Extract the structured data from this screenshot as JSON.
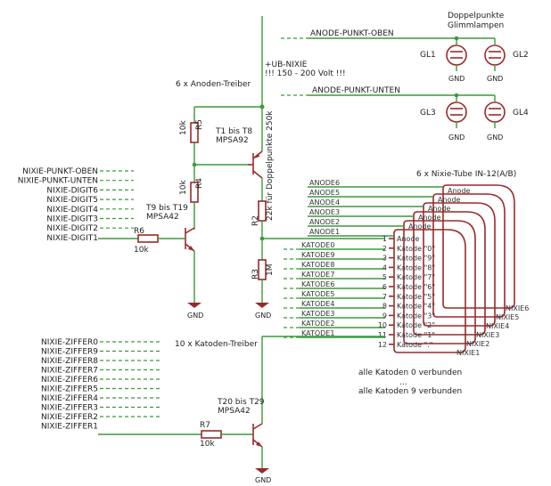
{
  "labels": {
    "doppelpunkte_title": "Doppelpunkte",
    "glimmlampen": "Glimmlampen",
    "anode_punkt_oben": "ANODE-PUNKT-OBEN",
    "anode_punkt_unten": "ANODE-PUNKT-UNTEN",
    "gl1": "GL1",
    "gl2": "GL2",
    "gl3": "GL3",
    "gl4": "GL4",
    "gnd": "GND",
    "ub_nixie": "+UB-NIXIE",
    "ub_voltage": "!!! 150 - 200 Volt !!!",
    "anoden_treiber": "6 x Anoden-Treiber",
    "r5": "R5",
    "r5_val": "10k",
    "t1_t8": "T1 bis T8",
    "mpsa92": "MPSA92",
    "r4": "R4",
    "r4_val": "10k",
    "r2": "R2",
    "r2_val": "22k für Doppelpunkte 250k",
    "r3": "R3",
    "r3_val": "1M",
    "t9_t19": "T9 bis T19",
    "mpsa42_a": "MPSA42",
    "r6": "R6",
    "r6_val": "10k",
    "nixie_tube_title": "6 x Nixie-Tube IN-12(A/B)",
    "katoden_treiber": "10 x Katoden-Treiber",
    "t20_t29": "T20 bis T29",
    "mpsa42_b": "MPSA42",
    "r7": "R7",
    "r7_val": "10k",
    "katoden_note_1": "alle Katoden 0 verbunden",
    "katoden_note_dots": "...",
    "katoden_note_2": "alle Katoden 9 verbunden"
  },
  "digit_nets": [
    "NIXIE-PUNKT-OBEN",
    "NIXIE-PUNKT-UNTEN",
    "NIXIE-DIGIT6",
    "NIXIE-DIGIT5",
    "NIXIE-DIGIT4",
    "NIXIE-DIGIT3",
    "NIXIE-DIGIT2",
    "NIXIE-DIGIT1"
  ],
  "ziffer_nets": [
    "NIXIE-ZIFFER0",
    "NIXIE-ZIFFER9",
    "NIXIE-ZIFFER8",
    "NIXIE-ZIFFER7",
    "NIXIE-ZIFFER6",
    "NIXIE-ZIFFER5",
    "NIXIE-ZIFFER4",
    "NIXIE-ZIFFER3",
    "NIXIE-ZIFFER2",
    "NIXIE-ZIFFER1"
  ],
  "anode_nets": [
    "ANODE6",
    "ANODE5",
    "ANODE4",
    "ANODE3",
    "ANODE2",
    "ANODE1"
  ],
  "katode_nets": [
    "KATODE0",
    "KATODE9",
    "KATODE8",
    "KATODE7",
    "KATODE6",
    "KATODE5",
    "KATODE4",
    "KATODE3",
    "KATODE2",
    "KATODE1"
  ],
  "tube_pins": [
    {
      "num": "1",
      "label": "Anode"
    },
    {
      "num": "2",
      "label": "Katode \"0\""
    },
    {
      "num": "3",
      "label": "Katode \"9\""
    },
    {
      "num": "4",
      "label": "Katode \"8\""
    },
    {
      "num": "5",
      "label": "Katode \"7\""
    },
    {
      "num": "6",
      "label": "Katode \"6\""
    },
    {
      "num": "7",
      "label": "Katode \"5\""
    },
    {
      "num": "8",
      "label": "Katode \"4\""
    },
    {
      "num": "9",
      "label": "Katode \"3\""
    },
    {
      "num": "10",
      "label": "Katode \"2\""
    },
    {
      "num": "11",
      "label": "Katode \"1\""
    },
    {
      "num": "12",
      "label": "Katode \".\""
    }
  ],
  "stacked_anode_labels": [
    "Anode",
    "Anode",
    "Anode",
    "Anode",
    "Anode"
  ],
  "tube_names": [
    "NIXIE6",
    "NIXIE5",
    "NIXIE4",
    "NIXIE3",
    "NIXIE2",
    "NIXIE1"
  ]
}
